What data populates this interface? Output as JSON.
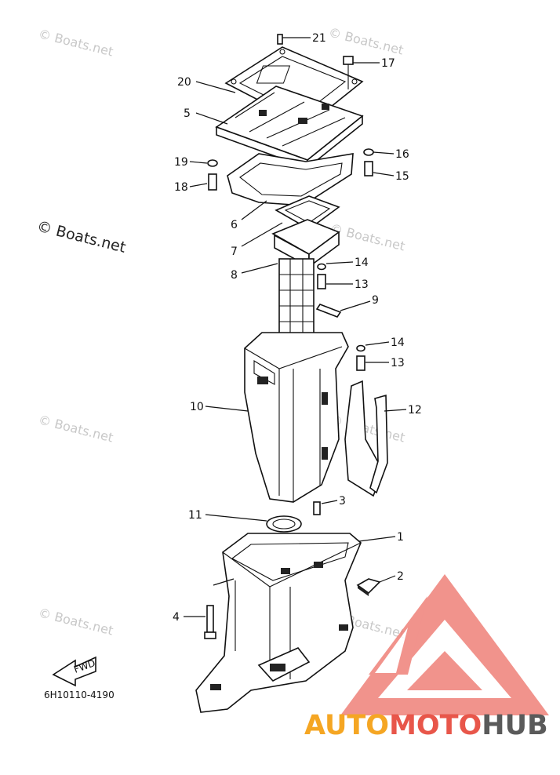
{
  "watermark": {
    "text": "© Boats.net"
  },
  "figure_code": "6H10110-4190",
  "fwd_label": "FWD",
  "logo": {
    "part1": "AUTO",
    "part2": "MOTO",
    "part3": "HUB",
    "colors": {
      "auto": "#f5a623",
      "moto": "#e8564a",
      "hub": "#5a5a5a"
    }
  },
  "callouts": {
    "c1": "1",
    "c2": "2",
    "c3": "3",
    "c4": "4",
    "c5": "5",
    "c6": "6",
    "c7": "7",
    "c8": "8",
    "c9": "9",
    "c10": "10",
    "c11": "11",
    "c12": "12",
    "c13a": "13",
    "c13b": "13",
    "c14a": "14",
    "c14b": "14",
    "c15": "15",
    "c16": "16",
    "c17": "17",
    "c18": "18",
    "c19": "19",
    "c20": "20",
    "c21": "21"
  }
}
